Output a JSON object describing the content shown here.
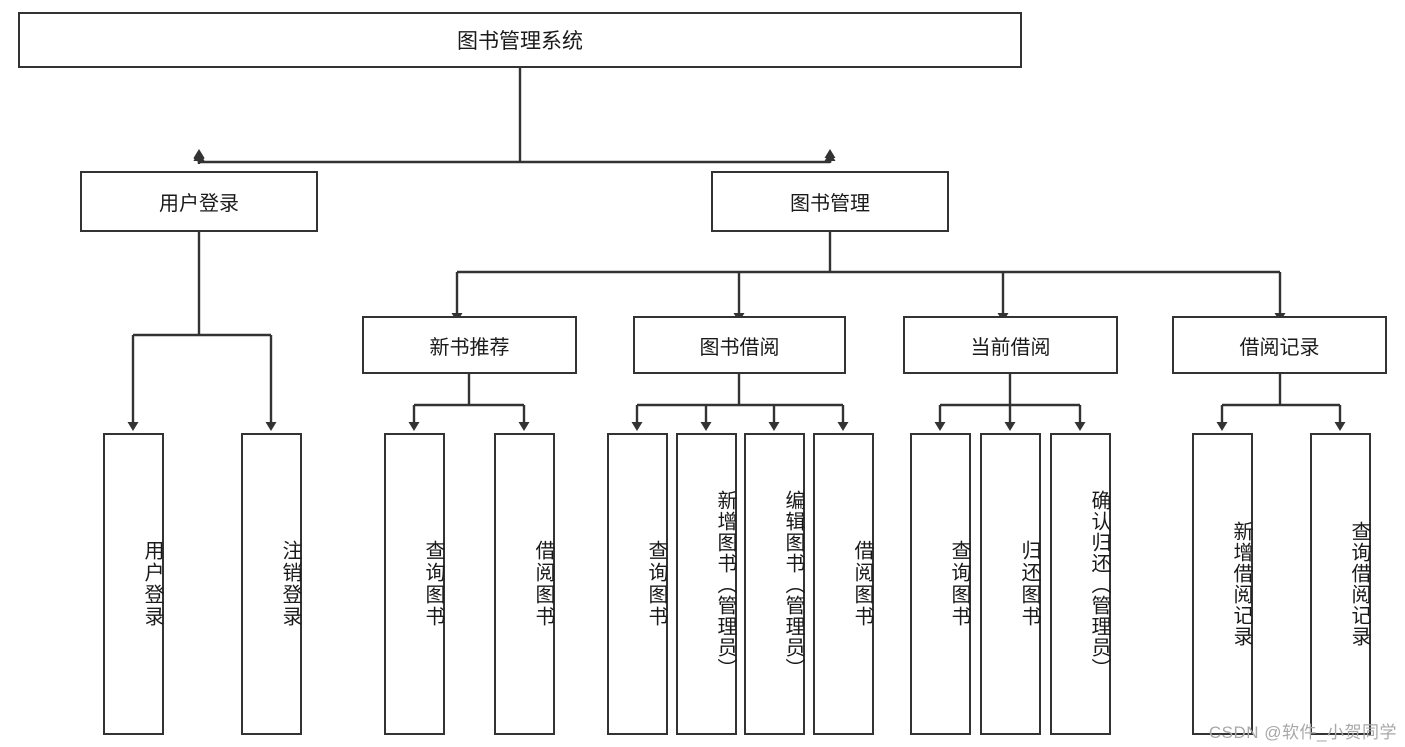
{
  "diagram": {
    "title": "图书管理系统",
    "type": "tree-hierarchy",
    "orientation": "top-down",
    "colors": {
      "node_border": "#333333",
      "node_fill": "#ffffff",
      "edge": "#333333",
      "background": "#ffffff",
      "watermark": "#a8a8a8"
    },
    "root": {
      "id": "root",
      "label": "图书管理系统"
    },
    "level2": [
      {
        "id": "user-login",
        "label": "用户登录"
      },
      {
        "id": "book-manage",
        "label": "图书管理"
      }
    ],
    "level3": [
      {
        "id": "new-book-recommend",
        "label": "新书推荐",
        "parent": "book-manage"
      },
      {
        "id": "book-borrow",
        "label": "图书借阅",
        "parent": "book-manage"
      },
      {
        "id": "current-borrow",
        "label": "当前借阅",
        "parent": "book-manage"
      },
      {
        "id": "borrow-record",
        "label": "借阅记录",
        "parent": "book-manage"
      }
    ],
    "leaves": {
      "user_login": [
        {
          "id": "leaf-user-login",
          "label": "用户登录"
        },
        {
          "id": "leaf-logout",
          "label": "注销登录"
        }
      ],
      "new_book_recommend": [
        {
          "id": "leaf-query-book-1",
          "label": "查询图书"
        },
        {
          "id": "leaf-borrow-book-1",
          "label": "借阅图书"
        }
      ],
      "book_borrow": [
        {
          "id": "leaf-query-book-2",
          "label": "查询图书"
        },
        {
          "id": "leaf-add-book",
          "label": "新增图书（管理员）"
        },
        {
          "id": "leaf-edit-book",
          "label": "编辑图书（管理员）"
        },
        {
          "id": "leaf-borrow-book-2",
          "label": "借阅图书"
        }
      ],
      "current_borrow": [
        {
          "id": "leaf-query-book-3",
          "label": "查询图书"
        },
        {
          "id": "leaf-return-book",
          "label": "归还图书"
        },
        {
          "id": "leaf-confirm-return",
          "label": "确认归还（管理员）"
        }
      ],
      "borrow_record": [
        {
          "id": "leaf-add-record",
          "label": "新增借阅记录"
        },
        {
          "id": "leaf-query-record",
          "label": "查询借阅记录"
        }
      ]
    }
  },
  "watermark": {
    "text": "CSDN @软件_小贺同学"
  }
}
